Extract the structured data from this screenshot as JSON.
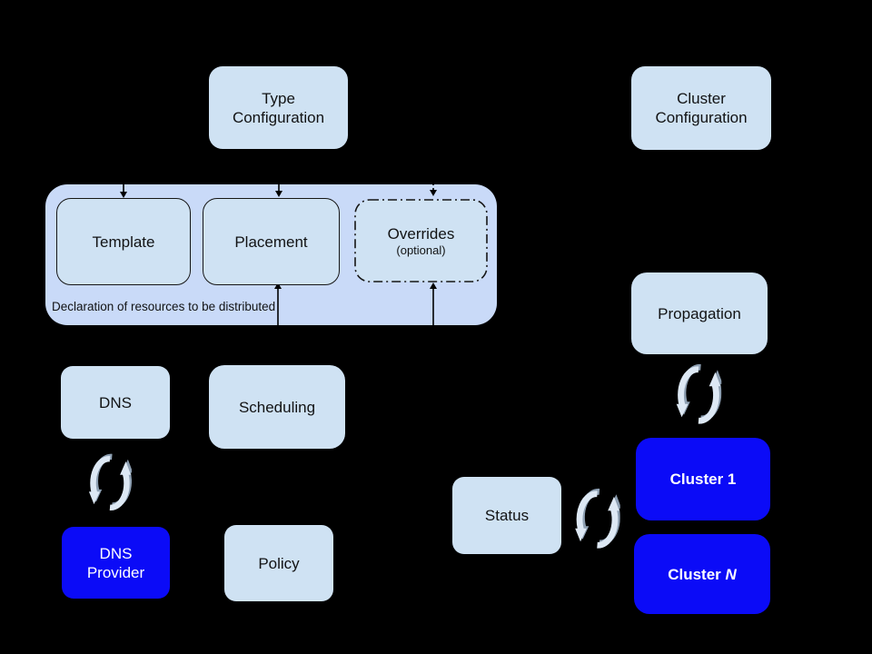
{
  "colors": {
    "bg": "#000000",
    "box_light_fill": "#cfe2f3",
    "container_fill": "#c9daf8",
    "box_blue_fill": "#0b0bf7",
    "text_dark": "#121314",
    "text_light": "#ffffff",
    "arrow": "#000000",
    "sync_main": "#dde8f4",
    "sync_shadow": "#8d9fb2"
  },
  "diagram": {
    "type_configuration": {
      "label": "Type\nConfiguration"
    },
    "cluster_configuration": {
      "label": "Cluster\nConfiguration"
    },
    "resource_group": {
      "template": {
        "label": "Template"
      },
      "placement": {
        "label": "Placement"
      },
      "overrides": {
        "label": "Overrides",
        "sublabel": "(optional)"
      },
      "caption": "Declaration of resources to be distributed"
    },
    "controllers": {
      "dns": {
        "label": "DNS"
      },
      "scheduling": {
        "label": "Scheduling"
      },
      "propagation": {
        "label": "Propagation"
      },
      "policy": {
        "label": "Policy"
      },
      "status": {
        "label": "Status"
      }
    },
    "external": {
      "dns_provider": {
        "label": "DNS\nProvider"
      },
      "cluster_1": {
        "label": "Cluster 1"
      },
      "cluster_n": {
        "label_prefix": "Cluster",
        "label_suffix": "N"
      }
    }
  },
  "icons": {
    "sync": "sync-cycle-arrows"
  }
}
